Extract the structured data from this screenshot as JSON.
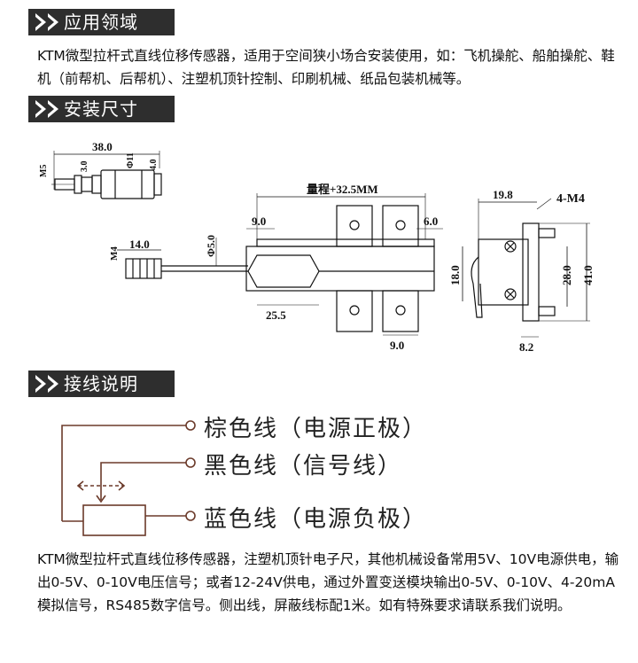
{
  "sections": {
    "application": {
      "title": "应用领域",
      "text": "KTM微型拉杆式直线位移传感器，适用于空间狭小场合安装使用，如：飞机操舵、船舶操舵、鞋机（前帮机、后帮机）、注塑机顶针控制、印刷机械、纸品包装机械等。"
    },
    "dimensions": {
      "title": "安装尺寸"
    },
    "wiring": {
      "title": "接线说明",
      "text": "KTM微型拉杆式直线位移传感器，注塑机顶针电子尺，其他机械设备常用5V、10V电源供电，输出0-5V、0-10V电压信号；或者12-24V供电，通过外置变送模块输出0-5V、0-10V、4-20mA模拟信号，RS485数字信号。侧出线，屏蔽线标配1米。如有特殊要求请联系我们说明。"
    }
  },
  "dim_labels": {
    "d38": "38.0",
    "m5": "M5",
    "d3": "3.0",
    "phi11": "Φ11",
    "d4": "4.0",
    "m4": "M4",
    "d14": "14.0",
    "phi5": "Φ5.0",
    "range": "量程+32.5MM",
    "d9a": "9.0",
    "d6": "6.0",
    "d25": "25.5",
    "d9b": "9.0",
    "d19": "19.8",
    "m4x4": "4-M4",
    "d18": "18.0",
    "d28": "28.0",
    "d41": "41.0",
    "d82": "8.2"
  },
  "wires": [
    "棕色线（电源正极）",
    "黑色线（信号线）",
    "蓝色线（电源负极）"
  ],
  "colors": {
    "header_bg": "#2e2e2e",
    "wire": "#6b3a2a"
  }
}
